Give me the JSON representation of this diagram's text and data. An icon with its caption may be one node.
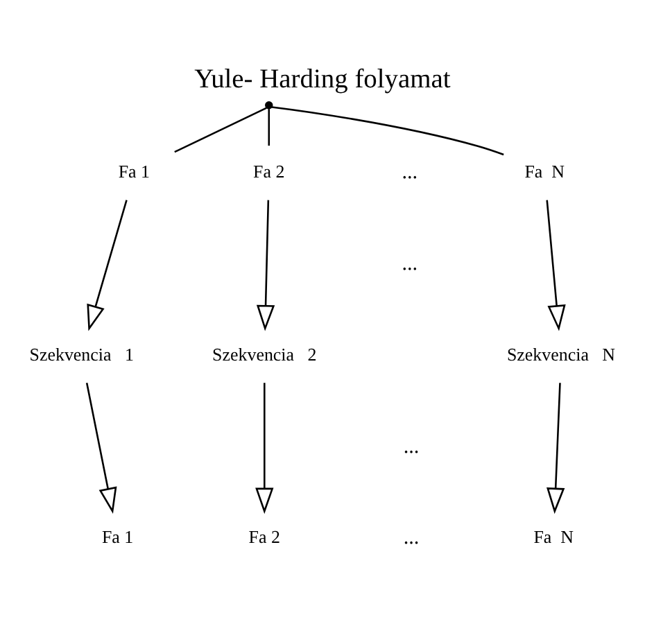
{
  "diagram": {
    "title": "Yule- Harding folyamat",
    "nodes": [
      {
        "text": [],
        "shape": "point"
      },
      {
        "text": [
          "Fa 1"
        ]
      },
      {
        "text": [
          "Fa 2"
        ]
      },
      {
        "text": [
          "Fa  N"
        ]
      },
      {
        "text": [
          "Szekvencia   1"
        ]
      },
      {
        "text": [
          "Szekvencia   2"
        ]
      },
      {
        "text": [
          "Szekvencia   N"
        ]
      },
      {
        "text": [
          "Fa 1"
        ]
      },
      {
        "text": [
          "Fa 2"
        ]
      },
      {
        "text": [
          "Fa  N"
        ]
      }
    ],
    "edges": [
      {
        "from": 0,
        "to": 1,
        "arrow": "none"
      },
      {
        "from": 0,
        "to": 2,
        "arrow": "none"
      },
      {
        "from": 0,
        "to": 3,
        "arrow": "none"
      },
      {
        "from": 1,
        "to": 4,
        "arrow": "to"
      },
      {
        "from": 2,
        "to": 5,
        "arrow": "to"
      },
      {
        "from": 3,
        "to": 6,
        "arrow": "to"
      },
      {
        "from": 4,
        "to": 7,
        "arrow": "to"
      },
      {
        "from": 5,
        "to": 8,
        "arrow": "to"
      },
      {
        "from": 6,
        "to": 9,
        "arrow": "to"
      }
    ],
    "labels": [
      "...",
      "...",
      "...",
      "..."
    ]
  }
}
